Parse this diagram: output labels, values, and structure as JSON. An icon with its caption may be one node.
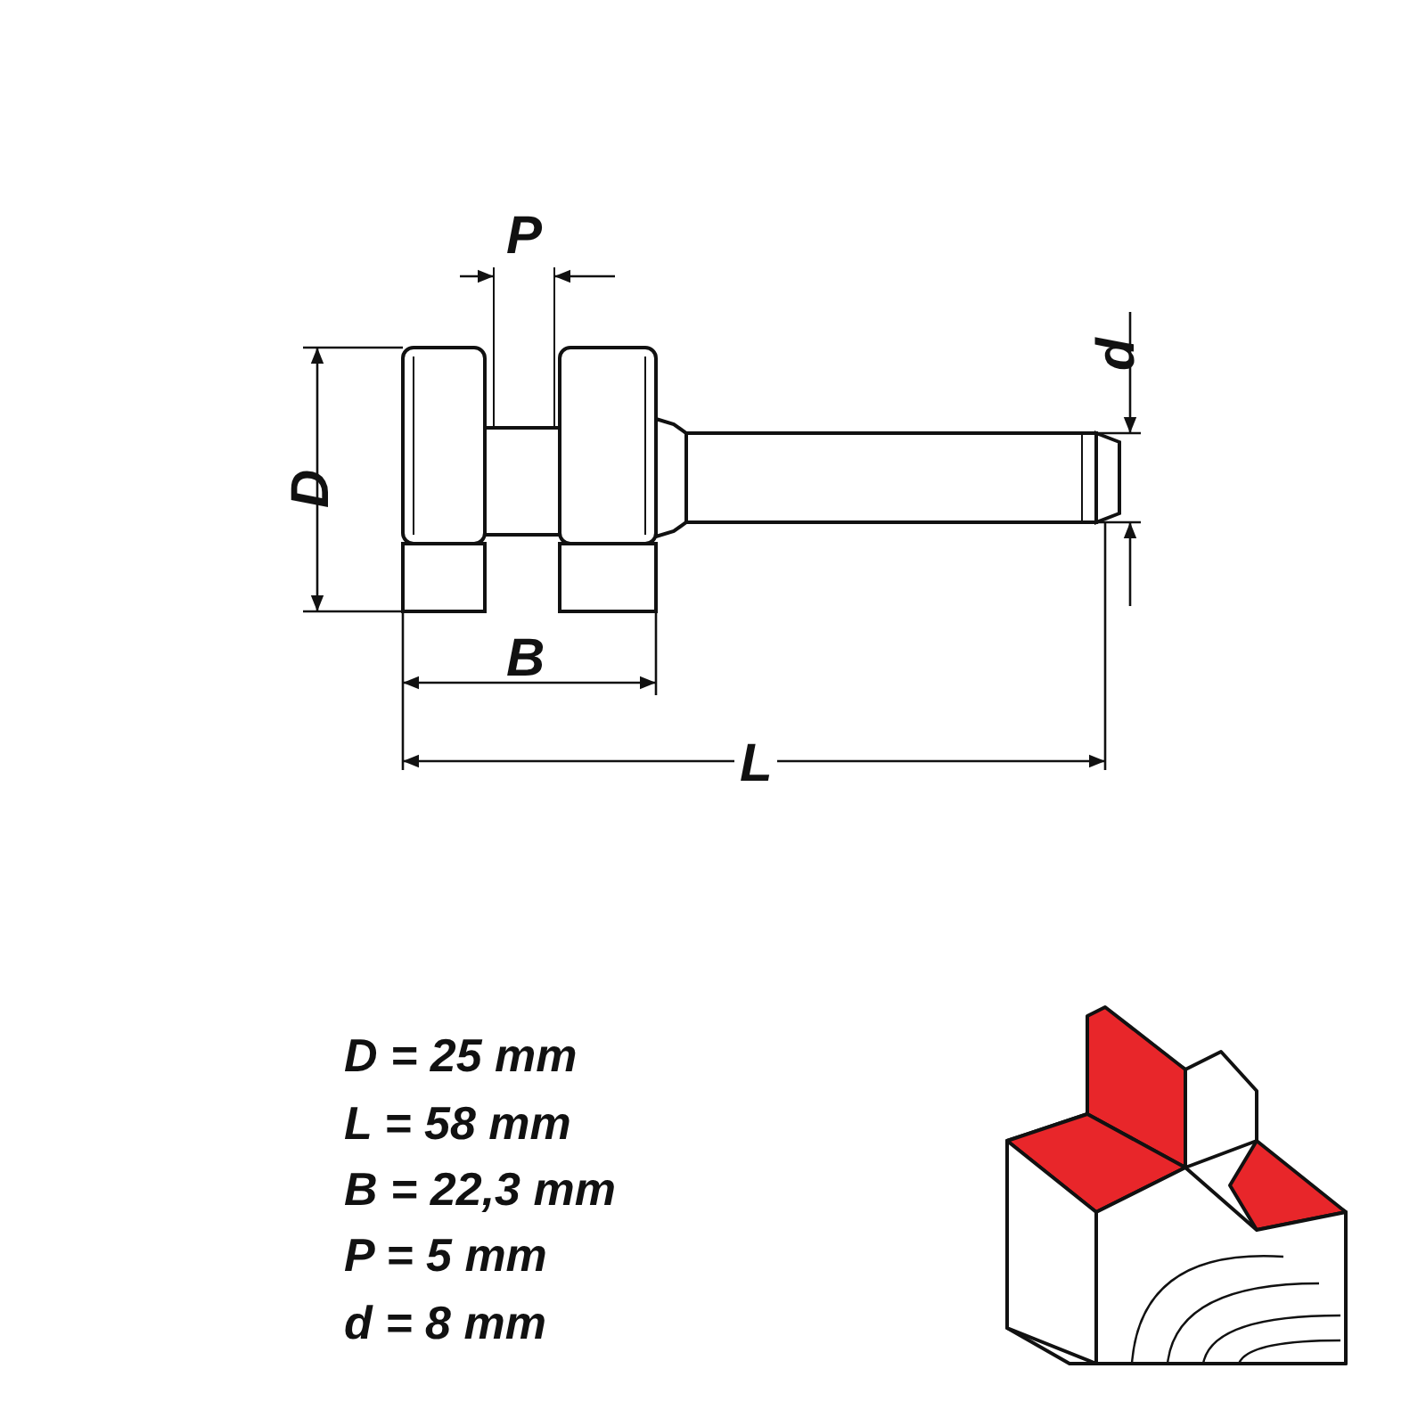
{
  "diagram": {
    "labels": [
      "P",
      "d",
      "D",
      "B",
      "L",
      "D = 25 mm",
      "L = 58 mm",
      "B = 22,3 mm",
      "P = 5 mm",
      "d = 8 mm"
    ]
  }
}
